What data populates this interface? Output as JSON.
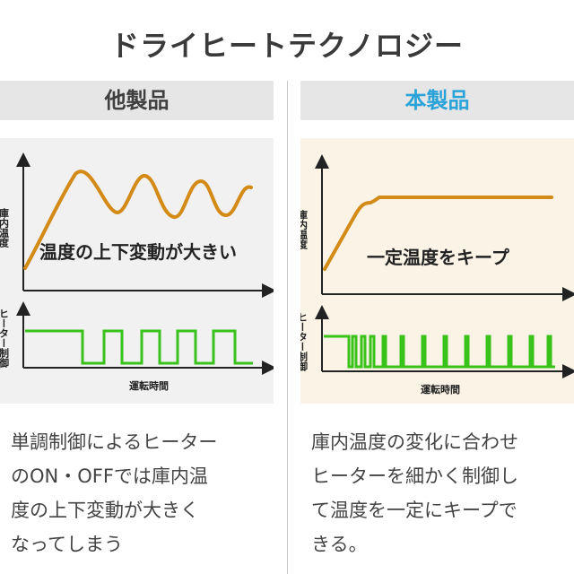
{
  "title": "ドライヒートテクノロジー",
  "left": {
    "header": "他製品",
    "y_label": "庫内温度",
    "overlay": "温度の上下変動が大きい",
    "heater_label": "ヒーター制御",
    "x_label": "運転時間",
    "description": "単調制御によるヒーター\nのON・OFFでは庫内温\n度の上下変動が大きく\nなってしまう"
  },
  "right": {
    "header": "本製品",
    "y_label": "庫内温度",
    "overlay": "一定温度をキープ",
    "heater_label": "ヒーター制御",
    "x_label": "運転時間",
    "description": "庫内温度の変化に合わせ\nヒーターを細かく制御し\nて温度を一定にキープで\nきる。"
  },
  "colors": {
    "header_left": "#3f3f3f",
    "header_right": "#2aa3d9",
    "temp_curve": "#d48a17",
    "heater_signal": "#38c21a",
    "panel_left_bg": "#f1f1f1",
    "panel_right_bg": "#fbf4e6"
  }
}
